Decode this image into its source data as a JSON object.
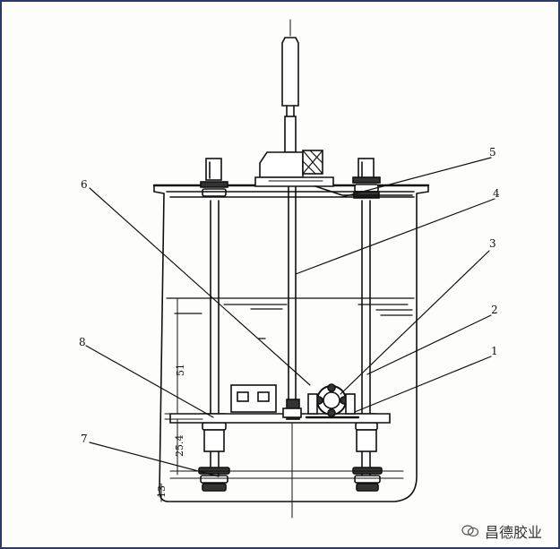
{
  "diagram": {
    "part_labels": {
      "1": "1",
      "2": "2",
      "3": "3",
      "4": "4",
      "5": "5",
      "6": "6",
      "7": "7",
      "8": "8"
    },
    "dimensions": {
      "d51": "51",
      "d25_4": "25.4",
      "d13": "13"
    }
  },
  "watermark": {
    "text": "昌德胶业",
    "icon": "wechat-icon"
  }
}
